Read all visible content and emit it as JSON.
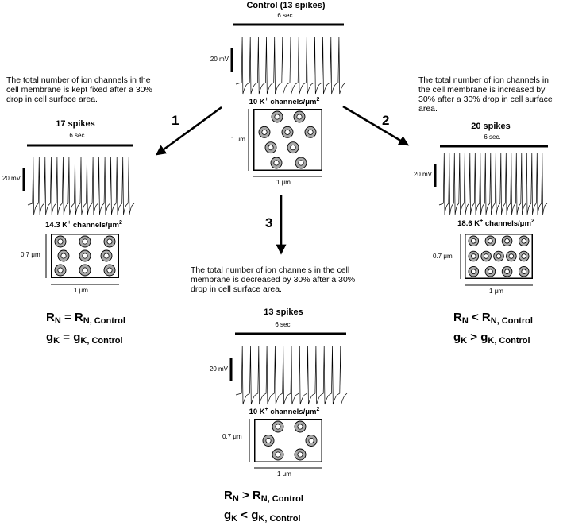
{
  "panels": {
    "control": {
      "title": "Control (13 spikes)",
      "duration": "6 sec.",
      "scale": "20 mV",
      "density": "10 K",
      "density_rest": " channels/μm",
      "height": "1 μm",
      "width": "1 μm",
      "spikes": 13,
      "channels": 9
    },
    "left": {
      "title": "17 spikes",
      "duration": "6 sec.",
      "scale": "20 mV",
      "density": "14.3 K",
      "density_rest": " channels/μm",
      "height": "0.7 μm",
      "width": "1 μm",
      "spikes": 17,
      "channels": 9,
      "description": "The total number of ion channels in the cell membrane is kept fixed after a 30% drop  in cell surface area."
    },
    "right": {
      "title": "20 spikes",
      "duration": "6 sec.",
      "scale": "20 mV",
      "density": "18.6 K",
      "density_rest": " channels/μm",
      "height": "0.7 μm",
      "width": "1 μm",
      "spikes": 20,
      "channels": 13,
      "description": "The total number of ion channels in the cell membrane is increased by 30% after a 30% drop  in cell surface area."
    },
    "bottom": {
      "title": "13 spikes",
      "duration": "6 sec.",
      "scale": "20 mV",
      "density": "10 K",
      "density_rest": " channels/μm",
      "height": "0.7 μm",
      "width": "1 μm",
      "spikes": 13,
      "channels": 6,
      "description": "The total number of ion channels in the cell membrane is decreased by 30% after a 30% drop  in cell surface area."
    }
  },
  "arrows": {
    "one": "1",
    "two": "2",
    "three": "3"
  },
  "equations": {
    "left": {
      "r_lhs": "R",
      "r_sub": "N",
      "r_op": " = ",
      "r_rhs": "R",
      "r_rhs_sub": "N, Control",
      "g_lhs": "g",
      "g_sub": "K",
      "g_op": " = ",
      "g_rhs": "g",
      "g_rhs_sub": "K, Control"
    },
    "right": {
      "r_lhs": "R",
      "r_sub": "N",
      "r_op": " < ",
      "r_rhs": "R",
      "r_rhs_sub": "N, Control",
      "g_lhs": "g",
      "g_sub": "K",
      "g_op": " > ",
      "g_rhs": "g",
      "g_rhs_sub": "K, Control"
    },
    "bottom": {
      "r_lhs": "R",
      "r_sub": "N",
      "r_op": " > ",
      "r_rhs": "R",
      "r_rhs_sub": "N, Control",
      "g_lhs": "g",
      "g_sub": "K",
      "g_op": " < ",
      "g_rhs": "g",
      "g_rhs_sub": "K, Control"
    }
  },
  "symbols": {
    "k_sup": "+",
    "area_sup": "2"
  }
}
